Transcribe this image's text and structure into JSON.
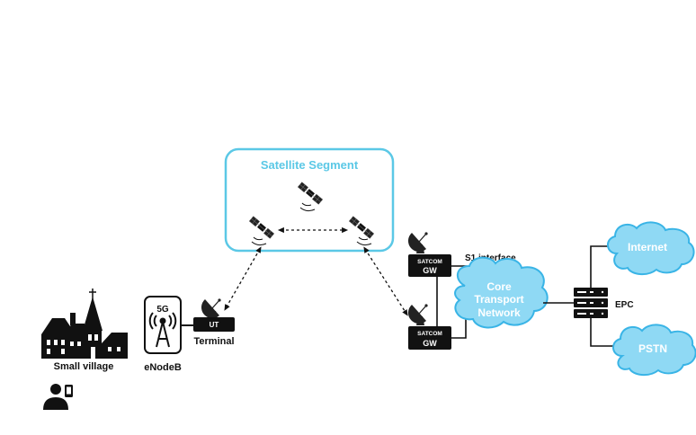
{
  "satellite_segment": {
    "title": "Satellite Segment"
  },
  "village": {
    "label": "Small village"
  },
  "enodeb": {
    "badge": "5G",
    "label": "eNodeB"
  },
  "ut_terminal": {
    "box_text": "UT",
    "label": "Terminal"
  },
  "gateways": [
    {
      "line1": "SATCOM",
      "line2": "GW"
    },
    {
      "line1": "SATCOM",
      "line2": "GW"
    }
  ],
  "s1_interface": {
    "label": "S1 interface"
  },
  "core_network": {
    "line1": "Core",
    "line2": "Transport",
    "line3": "Network"
  },
  "epc": {
    "label": "EPC"
  },
  "internet": {
    "label": "Internet"
  },
  "pstn": {
    "label": "PSTN"
  },
  "colors": {
    "accent": "#5bc8e6",
    "cloud_fill": "#8fd9f4",
    "cloud_stroke": "#39b4e6",
    "dark": "#111111"
  },
  "icons": [
    "satellite-icon",
    "dish-icon",
    "church-icon",
    "house-icon",
    "person-icon",
    "phone-icon",
    "antenna-icon",
    "server-rack-icon"
  ]
}
